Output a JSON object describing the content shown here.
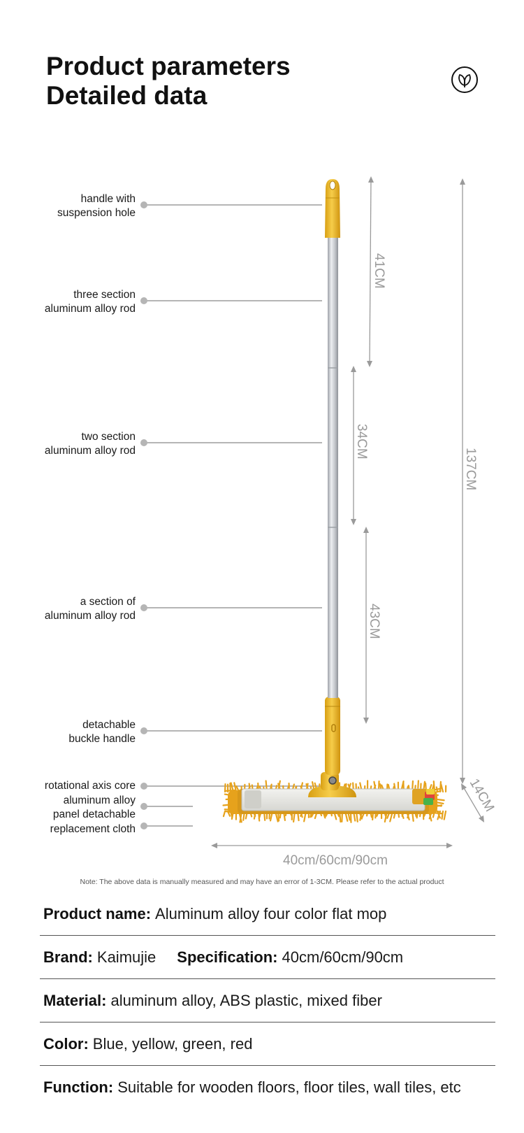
{
  "header": {
    "title_line1": "Product parameters",
    "title_line2": "Detailed data",
    "badge_icon": "leaf-icon"
  },
  "labels": {
    "handle": [
      "handle with",
      "suspension hole"
    ],
    "three_section": [
      "three section",
      "aluminum alloy rod"
    ],
    "two_section": [
      "two section",
      "aluminum alloy rod"
    ],
    "one_section": [
      "a section of",
      "aluminum alloy rod"
    ],
    "buckle": [
      "detachable",
      "buckle handle"
    ],
    "axis_core": "rotational axis core",
    "panel": [
      "aluminum alloy",
      "panel detachable"
    ],
    "cloth": "replacement cloth"
  },
  "dimensions": {
    "seg1": "41CM",
    "seg2": "34CM",
    "seg3": "43CM",
    "total": "137CM",
    "head_depth": "14CM",
    "width": "40cm/60cm/90cm"
  },
  "note": "Note: The above data is manually measured and may have an error of 1-3CM. Please refer to the actual product",
  "specs": {
    "product_name_label": "Product name:",
    "product_name_value": "Aluminum alloy four color flat mop",
    "brand_label": "Brand:",
    "brand_value": "Kaimujie",
    "specification_label": "Specification:",
    "specification_value": "40cm/60cm/90cm",
    "material_label": "Material:",
    "material_value": "aluminum alloy, ABS plastic, mixed fiber",
    "color_label": "Color:",
    "color_value": "Blue, yellow, green, red",
    "function_label": "Function:",
    "function_value": "Suitable for wooden floors, floor tiles, wall tiles, etc"
  },
  "colors": {
    "accent_yellow": "#e9b62a",
    "fringe_yellow": "#e6a21c",
    "rod_silver": "#c9ccd1",
    "dim_gray": "#9a9a9a"
  }
}
